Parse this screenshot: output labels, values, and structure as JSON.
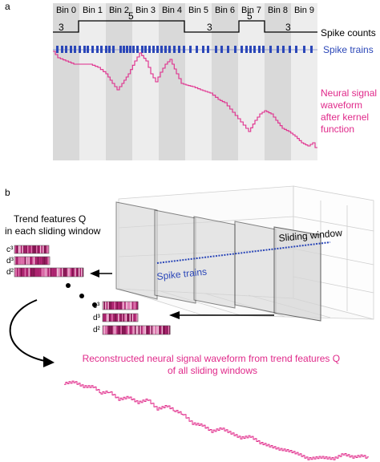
{
  "panel_a": {
    "label": "a",
    "bins": [
      "Bin 0",
      "Bin 1",
      "Bin 2",
      "Bin 3",
      "Bin 4",
      "Bin 5",
      "Bin 6",
      "Bin 7",
      "Bin 8",
      "Bin 9"
    ],
    "spike_counts": [
      3,
      5,
      5,
      5,
      5,
      3,
      3,
      5,
      3,
      3
    ],
    "count_labels": [
      "3",
      "5",
      "3",
      "5",
      "3"
    ],
    "spike_counts_label": "Spike counts",
    "spike_trains_label": "Spike trains",
    "waveform_label": [
      "Neural signal",
      "waveform",
      "after kernel",
      "function"
    ]
  },
  "panel_b": {
    "label": "b",
    "trend_title": [
      "Trend features Q",
      "in each sliding window"
    ],
    "feature_labels": [
      "c³",
      "d³",
      "d²"
    ],
    "sliding_window_label": "Sliding window",
    "spike_trains_label": "Spike trains",
    "reconstructed_label": [
      "Reconstructed neural signal waveform from trend features Q",
      "of all sliding windows"
    ]
  },
  "colors": {
    "spike_blue": "#2b47b8",
    "waveform_magenta": "#e0298a",
    "bin_dark": "#d9d9d9",
    "bin_light": "#ededed"
  }
}
